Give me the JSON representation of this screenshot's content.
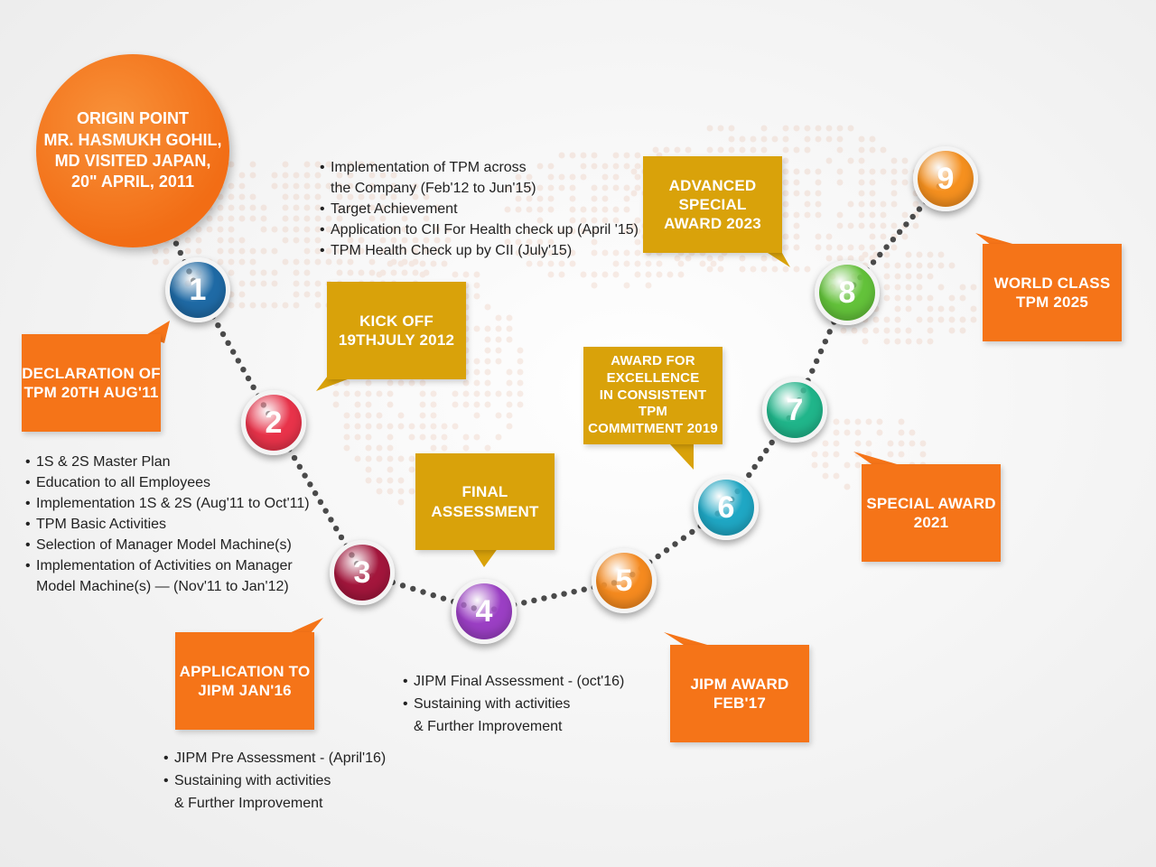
{
  "colors": {
    "orange": "#f57418",
    "gold": "#d9a20a",
    "dots": "#4a4a4a",
    "node1": "#1f6aa5",
    "node2": "#e8334a",
    "node3": "#a3163c",
    "node4": "#9b3fc4",
    "node5": "#f58a1f",
    "node6": "#1fa7c4",
    "node7": "#20b58a",
    "node8": "#63c23a",
    "node9": "#f5901f"
  },
  "origin": {
    "text": "ORIGIN POINT\nMR. HASMUKH GOHIL,\nMD VISITED JAPAN,\n20\" APRIL, 2011"
  },
  "nodes": [
    {
      "label": "1",
      "color": "node1"
    },
    {
      "label": "2",
      "color": "node2"
    },
    {
      "label": "3",
      "color": "node3"
    },
    {
      "label": "4",
      "color": "node4"
    },
    {
      "label": "5",
      "color": "node5"
    },
    {
      "label": "6",
      "color": "node6"
    },
    {
      "label": "7",
      "color": "node7"
    },
    {
      "label": "8",
      "color": "node8"
    },
    {
      "label": "9",
      "color": "node9"
    }
  ],
  "callouts": {
    "declaration": "DECLARATION OF\nTPM 20TH AUG'11",
    "kickoff": "KICK OFF\n19THJULY 2012",
    "application": "APPLICATION TO\nJIPM JAN'16",
    "final_assessment": "FINAL ASSESSMENT",
    "jipm_award": "JIPM AWARD\nFEB'17",
    "award_excellence": "AWARD FOR\nEXCELLENCE\nIN CONSISTENT TPM\nCOMMITMENT 2019",
    "special_award": "SPECIAL AWARD\n2021",
    "advanced_special": "ADVANCED SPECIAL\nAWARD 2023",
    "world_class": "WORLD CLASS\nTPM 2025"
  },
  "lists": {
    "step1": [
      "1S & 2S Master Plan",
      "Education to all Employees",
      "Implementation 1S & 2S (Aug'11 to Oct'11)",
      "TPM Basic Activities",
      "Selection of Manager Model Machine(s)",
      "Implementation of Activities on Manager\nModel Machine(s) — (Nov'11 to Jan'12)"
    ],
    "step2": [
      "Implementation of TPM across\nthe Company (Feb'12 to Jun'15)",
      "Target Achievement",
      "Application to CII For Health check up (April '15)",
      "TPM Health Check up by CII (July'15)"
    ],
    "step3": [
      "JIPM Pre Assessment - (April'16)",
      "Sustaining with activities\n& Further Improvement"
    ],
    "step4": [
      "JIPM Final Assessment - (oct'16)",
      "Sustaining with activities\n& Further Improvement"
    ]
  }
}
